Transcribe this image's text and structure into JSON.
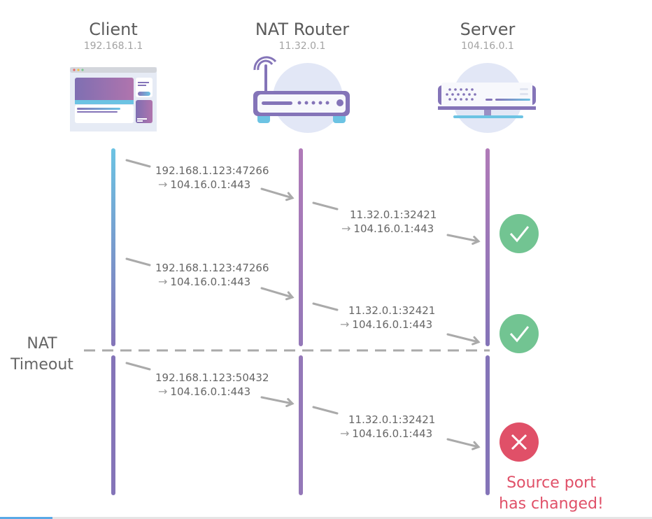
{
  "nodes": [
    {
      "name": "Client",
      "ip": "192.168.1.1",
      "icon": "browser-window-icon"
    },
    {
      "name": "NAT Router",
      "ip": "11.32.0.1",
      "icon": "router-icon"
    },
    {
      "name": "Server",
      "ip": "104.16.0.1",
      "icon": "server-icon"
    }
  ],
  "packets": [
    {
      "src": "192.168.1.123:47266",
      "dst": "104.16.0.1:443",
      "hop": "client-to-router"
    },
    {
      "src": "11.32.0.1:32421",
      "dst": "104.16.0.1:443",
      "hop": "router-to-server",
      "status": "success"
    },
    {
      "src": "192.168.1.123:47266",
      "dst": "104.16.0.1:443",
      "hop": "client-to-router"
    },
    {
      "src": "11.32.0.1:32421",
      "dst": "104.16.0.1:443",
      "hop": "router-to-server",
      "status": "success"
    },
    {
      "src": "192.168.1.123:50432",
      "dst": "104.16.0.1:443",
      "hop": "client-to-router"
    },
    {
      "src": "11.32.0.1:32421",
      "dst": "104.16.0.1:443",
      "hop": "router-to-server",
      "status": "failure"
    }
  ],
  "timeout_label_line1": "NAT",
  "timeout_label_line2": "Timeout",
  "error_line1": "Source port",
  "error_line2": "has changed!",
  "arrow_glyph": "→",
  "colors": {
    "success": "#72c492",
    "failure": "#e05068",
    "client_line_top": "#6cc3e3",
    "client_line_bottom": "#8474b8",
    "router_line": "#b07ab8",
    "server_line_top": "#b07ab8",
    "server_line_bottom": "#8474b8"
  }
}
